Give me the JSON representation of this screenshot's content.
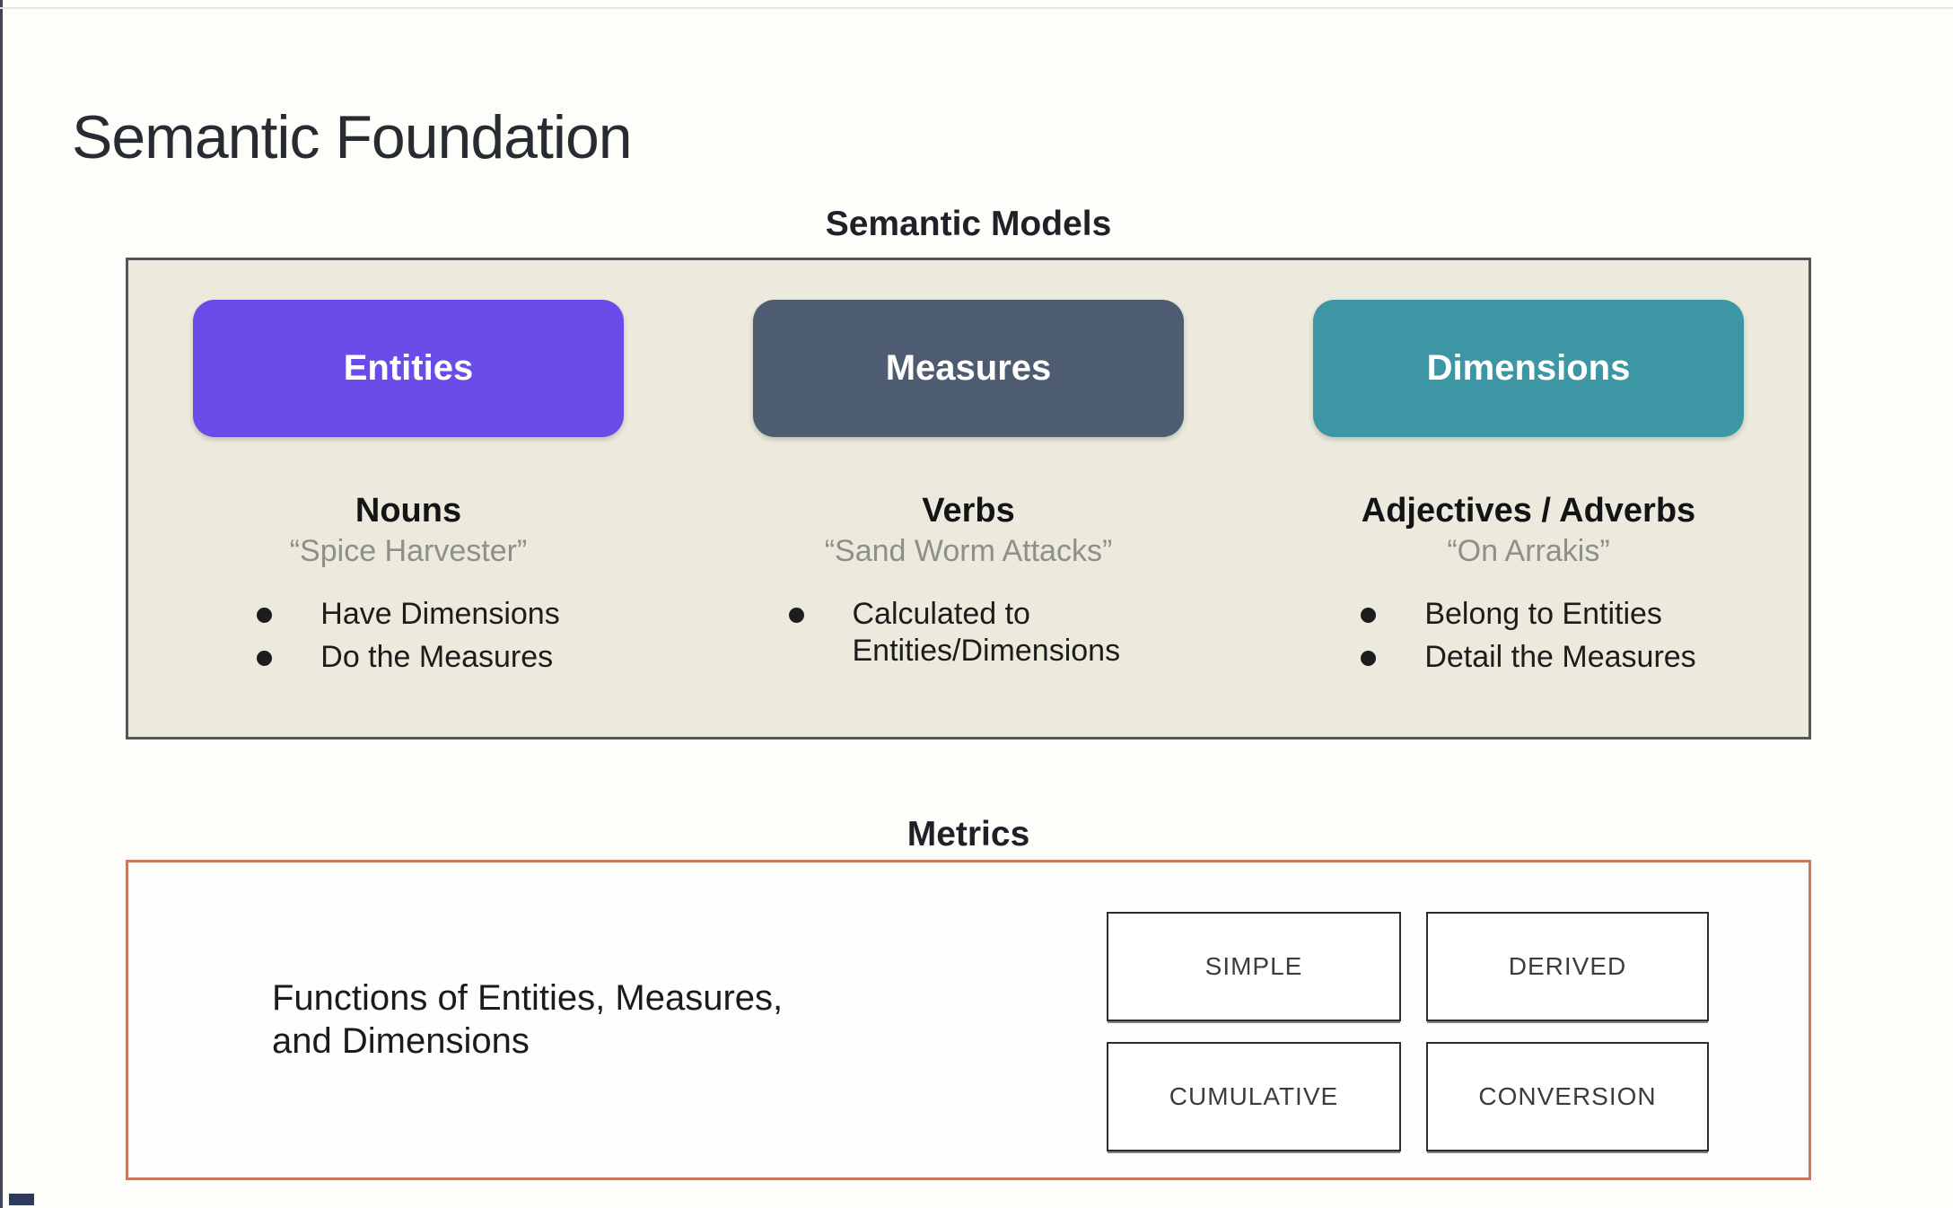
{
  "page": {
    "title": "Semantic Foundation"
  },
  "semantic_models": {
    "heading": "Semantic Models",
    "columns": [
      {
        "button": "Entities",
        "button_color": "#6a4ce8",
        "role": "Nouns",
        "example": "“Spice Harvester”",
        "bullets": [
          "Have Dimensions",
          "Do the Measures"
        ]
      },
      {
        "button": "Measures",
        "button_color": "#4d5c70",
        "role": "Verbs",
        "example": "“Sand Worm Attacks”",
        "bullets": [
          "Calculated to Entities/Dimensions"
        ]
      },
      {
        "button": "Dimensions",
        "button_color": "#3d96a4",
        "role": "Adjectives / Adverbs",
        "example": "“On Arrakis”",
        "bullets": [
          "Belong to Entities",
          "Detail the Measures"
        ]
      }
    ]
  },
  "metrics": {
    "heading": "Metrics",
    "description": "Functions of Entities, Measures,\nand Dimensions",
    "types": [
      "SIMPLE",
      "DERIVED",
      "CUMULATIVE",
      "CONVERSION"
    ]
  },
  "colors": {
    "entities_purple": "#6a4ce8",
    "measures_slate": "#4d5c70",
    "dimensions_teal": "#3d96a4",
    "models_box_background": "#ece9dd",
    "models_box_border": "#54565a",
    "metrics_box_border": "#c8795f",
    "example_text_gray": "#8e8f88"
  }
}
